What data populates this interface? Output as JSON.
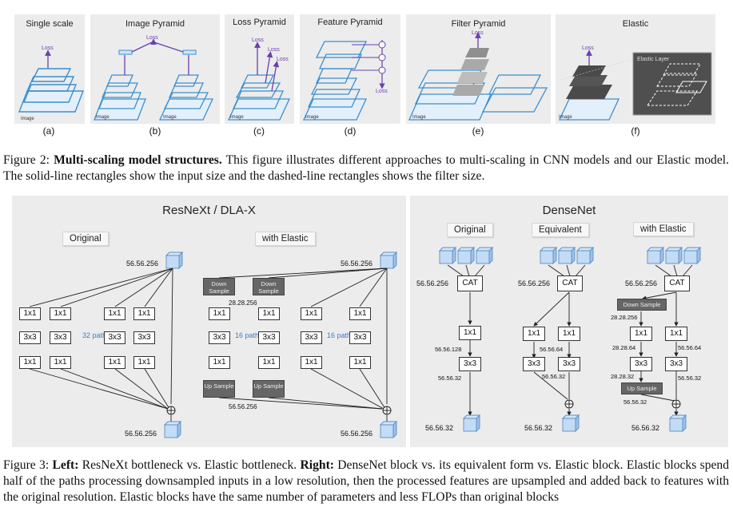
{
  "figure2": {
    "panels": [
      {
        "title": "Single scale",
        "label": "(a)"
      },
      {
        "title": "Image Pyramid",
        "label": "(b)"
      },
      {
        "title": "Loss Pyramid",
        "label": "(c)"
      },
      {
        "title": "Feature Pyramid",
        "label": "(d)"
      },
      {
        "title": "Filter Pyramid",
        "label": "(e)"
      },
      {
        "title": "Elastic",
        "label": "(f)"
      }
    ],
    "loss_text": "Loss",
    "image_text": "Image",
    "elastic_layer_text": "Elastic Layer",
    "caption_prefix": "Figure 2: ",
    "caption_bold": "Multi-scaling model structures.",
    "caption_rest": " This figure illustrates different approaches to multi-scaling in CNN models and our Elastic model. The solid-line rectangles show the input size and the dashed-line rectangles shows the filter size."
  },
  "figure3": {
    "left": {
      "title": "ResNeXt / DLA-X",
      "original_label": "Original",
      "elastic_label": "with Elastic",
      "dim_full": "56.56.256",
      "dim_half": "28.28.256",
      "paths_32": "32 paths",
      "paths_16": "16 paths",
      "conv1": "1x1",
      "conv3": "3x3",
      "down_sample": "Down Sample",
      "up_sample": "Up Sample"
    },
    "right": {
      "title": "DenseNet",
      "original_label": "Original",
      "equivalent_label": "Equivalent",
      "elastic_label": "with Elastic",
      "cat": "CAT",
      "dim_in": "56.56.256",
      "dim_128": "56.56.128",
      "dim_64": "56.56.64",
      "dim_32": "56.56.32",
      "dim_h256": "28.28.256",
      "dim_h64": "28.28.64",
      "dim_h32": "28.28.32",
      "down_sample": "Down Sample",
      "up_sample": "Up Sample"
    },
    "caption_prefix": "Figure 3: ",
    "caption_bold1": "Left:",
    "caption_mid1": " ResNeXt bottleneck vs. Elastic bottleneck. ",
    "caption_bold2": "Right:",
    "caption_rest": " DenseNet block vs. its equivalent form vs. Elastic block. Elastic blocks spend half of the paths processing downsampled inputs in a low resolution, then the processed features are upsampled and added back to features with the original resolution. Elastic blocks have the same number of parameters and less FLOPs than original blocks"
  }
}
